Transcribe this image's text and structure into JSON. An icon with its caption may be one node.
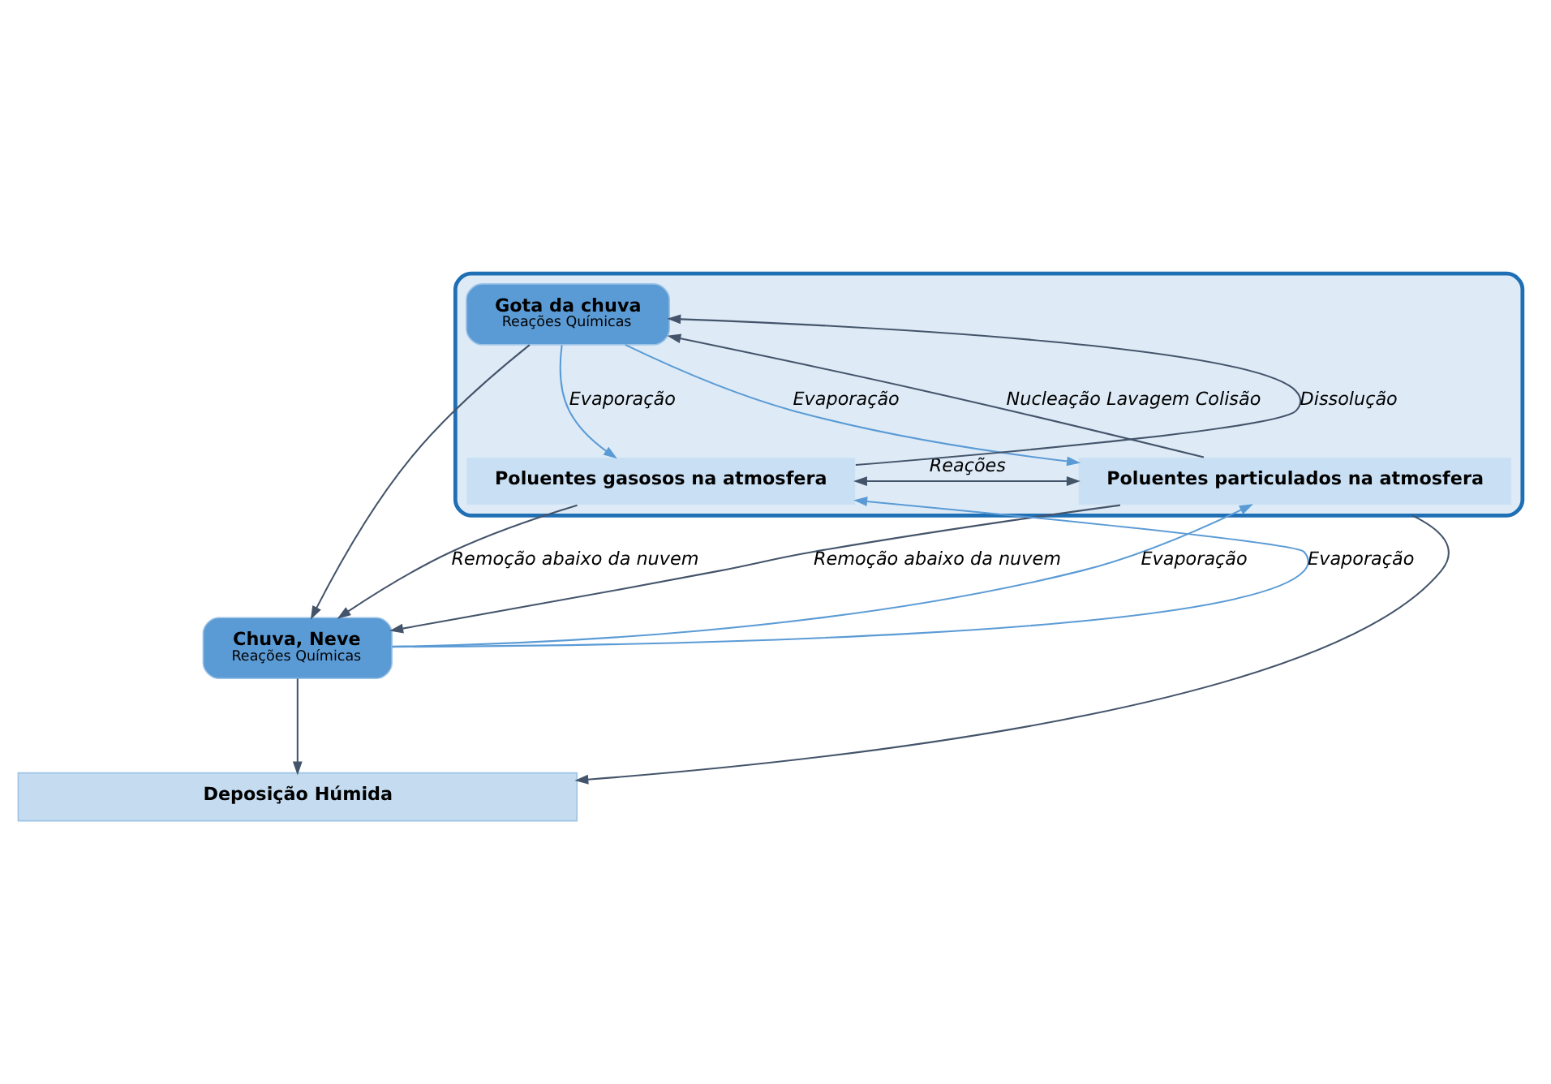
{
  "diagram": {
    "nodes": [
      {
        "text": [],
        "shape": "cloud"
      },
      {
        "text": [
          "Gota da chuva",
          "Reações Químicas"
        ],
        "in": 0
      },
      {
        "text": [
          "Poluentes particulados na atmosfera"
        ],
        "in": 0
      },
      {
        "text": [
          "Poluentes gasosos na atmosfera"
        ],
        "in": 0
      },
      {
        "text": [
          "Chuva, Neve",
          "Reações Químicas"
        ]
      },
      {
        "text": [
          "Deposição Húmida"
        ]
      }
    ],
    "edges": [
      {
        "from": 2,
        "to": 1,
        "arrow": "to",
        "label": "Nucleação Lavagem Colisão"
      },
      {
        "from": 1,
        "to": 2,
        "arrow": "to",
        "label": "Evaporação",
        "color": "#5b9bd5"
      },
      {
        "from": 1,
        "to": 3,
        "arrow": "to",
        "label": "Evaporação",
        "color": "#5b9bd5"
      },
      {
        "from": 3,
        "to": 1,
        "arrow": "to",
        "label": "Dissolução"
      },
      {
        "from": 2,
        "to": 3,
        "arrow": "both",
        "label": "Reações"
      },
      {
        "from": 1,
        "to": 4,
        "arrow": "to"
      },
      {
        "from": 2,
        "to": 4,
        "arrow": "to",
        "label": "Remoção abaixo da nuvem"
      },
      {
        "from": 4,
        "to": 2,
        "arrow": "to",
        "label": "Evaporação",
        "color": "#5b9bd5"
      },
      {
        "from": 3,
        "to": 4,
        "arrow": "to",
        "label": "Remoção abaixo da nuvem"
      },
      {
        "from": 4,
        "to": 3,
        "arrow": "to",
        "label": "Evaporação",
        "color": "#5b9bd5"
      },
      {
        "from": 4,
        "to": 5,
        "arrow": "to"
      },
      {
        "from": 0,
        "to": 5,
        "arrow": "to"
      }
    ]
  }
}
